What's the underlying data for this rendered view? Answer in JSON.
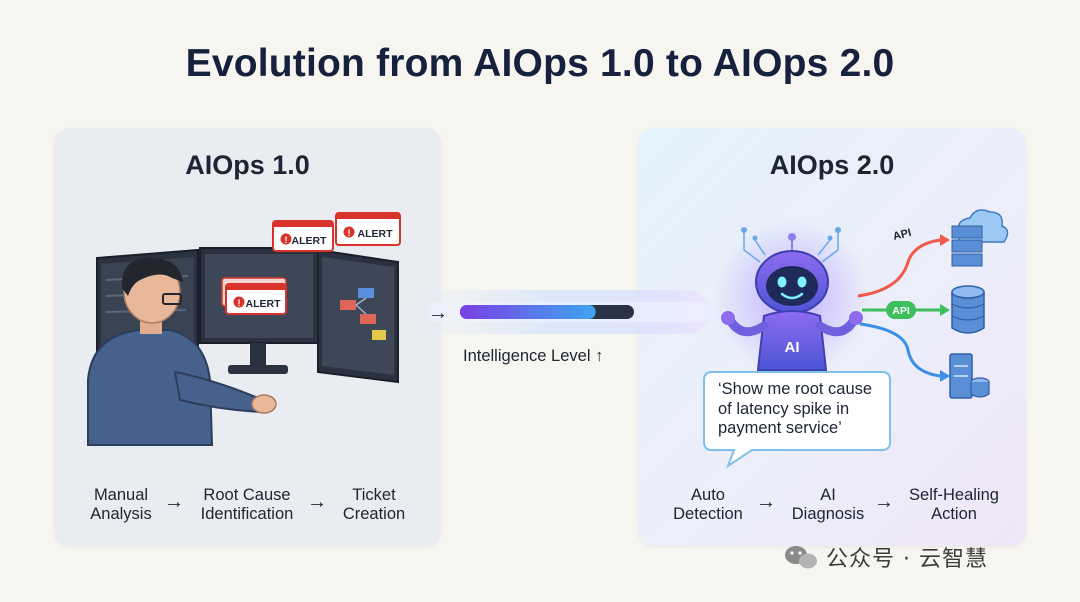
{
  "title": "Evolution from AIOps 1.0 to AIOps 2.0",
  "left_panel": {
    "title": "AIOps 1.0",
    "alerts": [
      "ALERT",
      "ALERT",
      "ALERT"
    ],
    "steps": [
      {
        "line1": "Manual",
        "line2": "Analysis"
      },
      {
        "line1": "Root Cause",
        "line2": "Identification"
      },
      {
        "line1": "Ticket",
        "line2": "Creation"
      }
    ],
    "arrow_glyph": "→"
  },
  "middle": {
    "arrow_glyph": "→",
    "label": "Intelligence Level ↑",
    "progress_fraction": 0.78
  },
  "right_panel": {
    "title": "AIOps 2.0",
    "robot_label": "AI",
    "api_labels": [
      "API",
      "API"
    ],
    "bubble_lines": [
      "‘Show me root cause",
      "of latency spike in",
      "payment service’"
    ],
    "steps": [
      {
        "line1": "Auto",
        "line2": "Detection"
      },
      {
        "line1": "AI",
        "line2": "Diagnosis"
      },
      {
        "line1": "Self-Healing",
        "line2": "Action"
      }
    ],
    "arrow_glyph": "→"
  },
  "watermark": {
    "text": "公众号 · 云智慧",
    "icon": "wechat-icon"
  },
  "colors": {
    "title": "#16213e",
    "alert_red": "#d8342c",
    "progress_start": "#7b3fe4",
    "progress_end": "#3ea6f0",
    "api_red": "#ef5a4a",
    "api_green": "#3cbf5c",
    "api_blue": "#3b8fe6"
  }
}
